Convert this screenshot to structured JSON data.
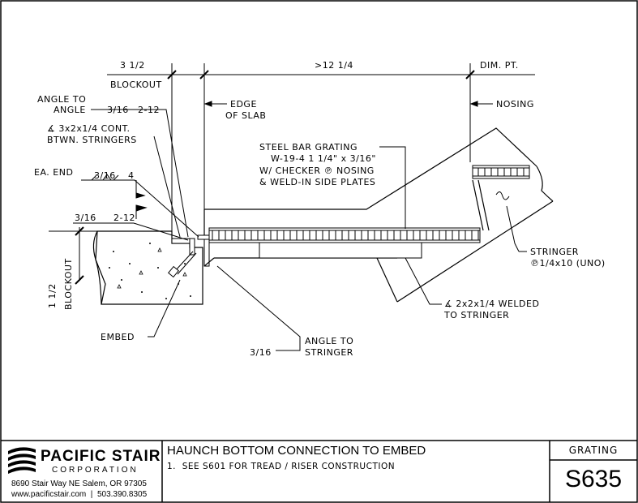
{
  "drawing": {
    "dims": {
      "blockout_width": "3 1/2",
      "blockout_label": "BLOCKOUT",
      "span": ">12 1/4",
      "dim_pt": "DIM. PT."
    },
    "callouts": {
      "edge_of_slab_1": "EDGE",
      "edge_of_slab_2": "OF SLAB",
      "nosing": "NOSING",
      "angle_to_angle_1": "ANGLE TO",
      "angle_to_angle_2": "ANGLE",
      "weld1_size": "3/16",
      "weld1_len": "2-12",
      "cont_angle_1": "∡ 3x2x1/4 CONT.",
      "cont_angle_2": "BTWN. STRINGERS",
      "ea_end": "EA. END",
      "weld2_size": "3/16",
      "weld2_len": "4",
      "weld3_size": "3/16",
      "weld3_len": "2-12",
      "grating_1": "STEEL BAR GRATING",
      "grating_2": "W-19-4 1 1/4\" x 3/16\"",
      "grating_3": "W/ CHECKER ℗ NOSING",
      "grating_4": "& WELD-IN SIDE PLATES",
      "stringer_1": "STRINGER",
      "stringer_2": "℗1/4x10 (UNO)",
      "angle_welded_1": "∡ 2x2x1/4 WELDED",
      "angle_welded_2": "TO STRINGER",
      "embed": "EMBED",
      "weld4_size": "3/16",
      "angle_to_stringer_1": "ANGLE TO",
      "angle_to_stringer_2": "STRINGER",
      "vert_dim": "1 1/2",
      "vert_blockout": "BLOCKOUT"
    }
  },
  "title_block": {
    "company_name": "PACIFIC STAIR",
    "company_sub": "CORPORATION",
    "address": "8690 Stair Way NE Salem, OR 97305",
    "contact": "www.pacificstair.com  |  503.390.8305",
    "title": "HAUNCH BOTTOM CONNECTION TO EMBED",
    "note": "1.  SEE S601 FOR TREAD / RISER CONSTRUCTION",
    "category": "GRATING",
    "sheet_number": "S635"
  }
}
